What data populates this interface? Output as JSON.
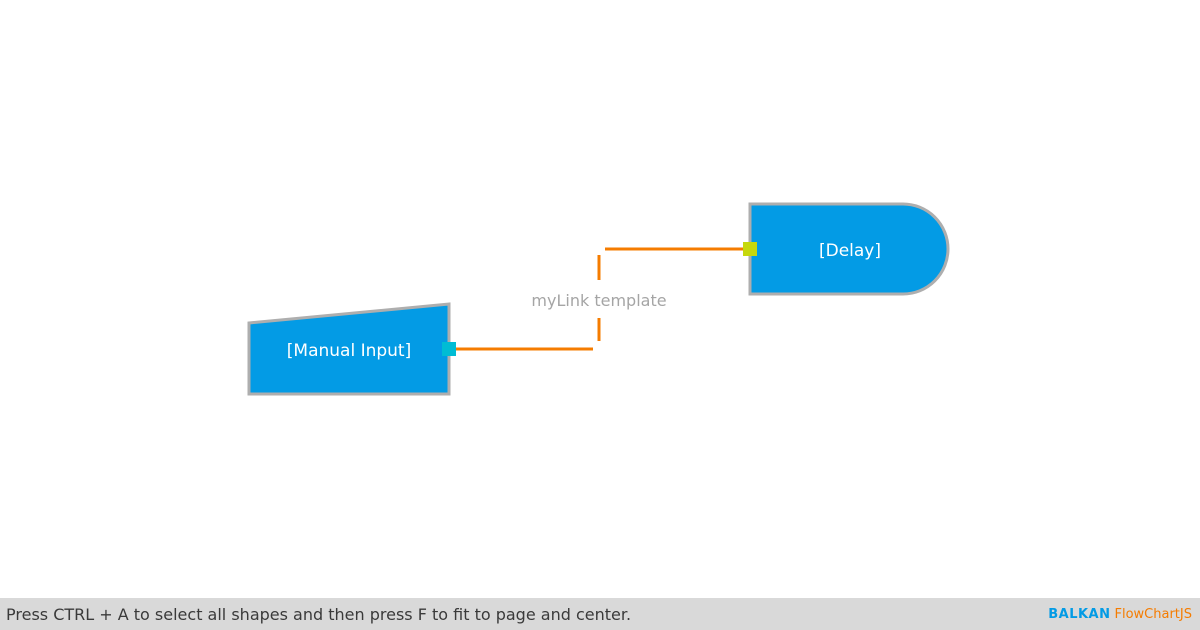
{
  "diagram": {
    "shapes": [
      {
        "id": "manual-input",
        "type": "manual-input",
        "label": "[Manual Input]"
      },
      {
        "id": "delay",
        "type": "delay",
        "label": "[Delay]"
      }
    ],
    "link": {
      "from": "manual-input",
      "to": "delay",
      "label": "myLink template"
    },
    "colors": {
      "shape_fill": "#039be5",
      "shape_stroke": "#aeaeae",
      "link": "#f57c00",
      "port_out": "#00bcd4",
      "port_in": "#c6d80d",
      "link_label": "#a5a5a5"
    }
  },
  "status_bar": {
    "hint": "Press CTRL + A to select all shapes and then press F to fit to page and center.",
    "brand_primary": "BALKAN",
    "brand_secondary": "FlowChartJS",
    "brand_primary_color": "#039be5",
    "brand_secondary_color": "#f57c00"
  }
}
